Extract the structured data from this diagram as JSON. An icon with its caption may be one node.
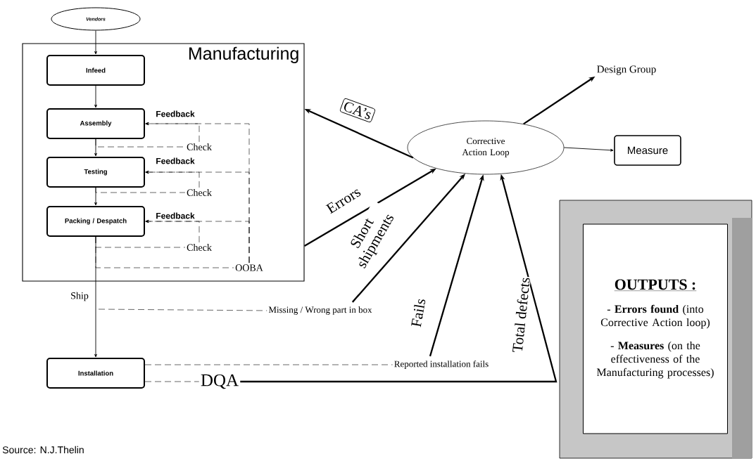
{
  "diagram": {
    "nodes": [
      {
        "text": [
          "Vendors"
        ]
      },
      {
        "text": [
          "Manufacturing"
        ]
      },
      {
        "text": [
          "Infeed"
        ],
        "in": 1
      },
      {
        "text": [
          "Assembly"
        ],
        "in": 1
      },
      {
        "text": [
          "Check"
        ],
        "in": 1
      },
      {
        "text": [
          "Testing"
        ],
        "in": 1
      },
      {
        "text": [
          "Check"
        ],
        "in": 1
      },
      {
        "text": [
          "Packing / Despatch"
        ],
        "in": 1
      },
      {
        "text": [
          "Check"
        ],
        "in": 1
      },
      {
        "text": [
          "OOBA"
        ],
        "in": 1
      },
      {
        "text": [
          "Missing / Wrong part in box"
        ]
      },
      {
        "text": [
          "Installation"
        ]
      },
      {
        "text": [
          "Reported installation fails"
        ]
      },
      {
        "text": [
          "DQA"
        ]
      },
      {
        "text": [
          "Corrective Action Loop"
        ]
      },
      {
        "text": [
          "Design Group"
        ]
      },
      {
        "text": [
          "Measure"
        ]
      },
      {
        "text": [
          "OUTPUTS :",
          "- **Errors found** (into Corrective Action loop)",
          "- **Measures** (on the effectiveness of the Manufacturing processes)"
        ]
      }
    ],
    "edges": [
      {
        "from": 0,
        "to": 2,
        "arrow": "to"
      },
      {
        "from": 2,
        "to": 3,
        "arrow": "to"
      },
      {
        "from": 3,
        "to": 5,
        "arrow": "to"
      },
      {
        "from": 5,
        "to": 7,
        "arrow": "to"
      },
      {
        "from": 7,
        "to": 11,
        "arrow": "to",
        "label": "Ship"
      },
      {
        "from": 3,
        "to": 4,
        "arrow": "none",
        "style": "dashed"
      },
      {
        "from": 4,
        "to": 3,
        "arrow": "to",
        "style": "dashed",
        "label": "Feedback"
      },
      {
        "from": 5,
        "to": 6,
        "arrow": "none",
        "style": "dashed"
      },
      {
        "from": 6,
        "to": 5,
        "arrow": "to",
        "style": "dashed",
        "label": "Feedback"
      },
      {
        "from": 7,
        "to": 8,
        "arrow": "none",
        "style": "dashed"
      },
      {
        "from": 8,
        "to": 7,
        "arrow": "to",
        "style": "dashed",
        "label": "Feedback"
      },
      {
        "from": 7,
        "to": 9,
        "arrow": "none",
        "style": "dashed"
      },
      {
        "from": 9,
        "to": 3,
        "arrow": "to",
        "style": "dashed"
      },
      {
        "from": 9,
        "to": 5,
        "arrow": "to",
        "style": "dashed"
      },
      {
        "from": 9,
        "to": 7,
        "arrow": "to",
        "style": "dashed"
      },
      {
        "from": null,
        "to": 10,
        "arrow": "none",
        "style": "dashed"
      },
      {
        "from": 11,
        "to": 12,
        "arrow": "none",
        "style": "dashed"
      },
      {
        "from": 11,
        "to": 13,
        "arrow": "none",
        "style": "dashed"
      },
      {
        "from": 13,
        "to": 14,
        "arrow": "to",
        "style": "thick",
        "label": "Total defects"
      },
      {
        "from": 1,
        "to": 14,
        "arrow": "to",
        "style": "thick",
        "label": "Errors"
      },
      {
        "from": 10,
        "to": 14,
        "arrow": "to",
        "style": "thick",
        "label": "Short shipments"
      },
      {
        "from": 12,
        "to": 14,
        "arrow": "to",
        "style": "thick",
        "label": "Fails"
      },
      {
        "from": 14,
        "to": 1,
        "arrow": "to",
        "style": "thick",
        "label": "CA’s"
      },
      {
        "from": 14,
        "to": 15,
        "arrow": "to",
        "style": "thick"
      },
      {
        "from": 14,
        "to": 16,
        "arrow": "to"
      }
    ],
    "labels": [
      "Source: N.J.Thelin"
    ]
  }
}
